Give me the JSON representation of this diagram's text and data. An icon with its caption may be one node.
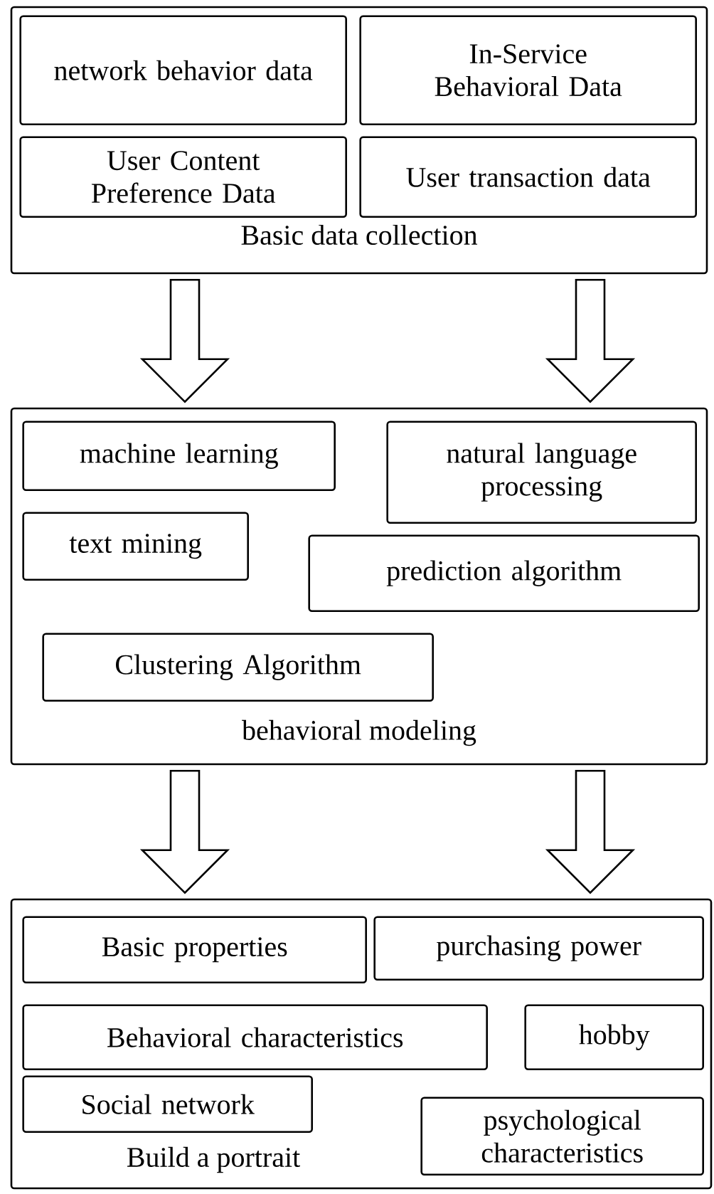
{
  "diagram": {
    "nodes": [
      {
        "text": [
          "Basic data collection"
        ]
      },
      {
        "text": [
          "network behavior data"
        ],
        "in": 0
      },
      {
        "text": [
          "In-Service Behavioral Data"
        ],
        "in": 0
      },
      {
        "text": [
          "User Content Preference Data"
        ],
        "in": 0
      },
      {
        "text": [
          "User transaction data"
        ],
        "in": 0
      },
      {
        "text": [
          "behavioral modeling"
        ]
      },
      {
        "text": [
          "machine learning"
        ],
        "in": 5
      },
      {
        "text": [
          "natural language processing"
        ],
        "in": 5
      },
      {
        "text": [
          "text mining"
        ],
        "in": 5
      },
      {
        "text": [
          "prediction algorithm"
        ],
        "in": 5
      },
      {
        "text": [
          "Clustering Algorithm"
        ],
        "in": 5
      },
      {
        "text": [
          "Build a portrait"
        ]
      },
      {
        "text": [
          "Basic properties"
        ],
        "in": 11
      },
      {
        "text": [
          "purchasing power"
        ],
        "in": 11
      },
      {
        "text": [
          "Behavioral characteristics"
        ],
        "in": 11
      },
      {
        "text": [
          "hobby"
        ],
        "in": 11
      },
      {
        "text": [
          "Social network"
        ],
        "in": 11
      },
      {
        "text": [
          "psychological characteristics"
        ],
        "in": 11
      }
    ],
    "edges": [
      {
        "from": 0,
        "to": 5,
        "arrow": "to"
      },
      {
        "from": 0,
        "to": 5,
        "arrow": "to"
      },
      {
        "from": 5,
        "to": 11,
        "arrow": "to"
      },
      {
        "from": 5,
        "to": 11,
        "arrow": "to"
      }
    ]
  }
}
